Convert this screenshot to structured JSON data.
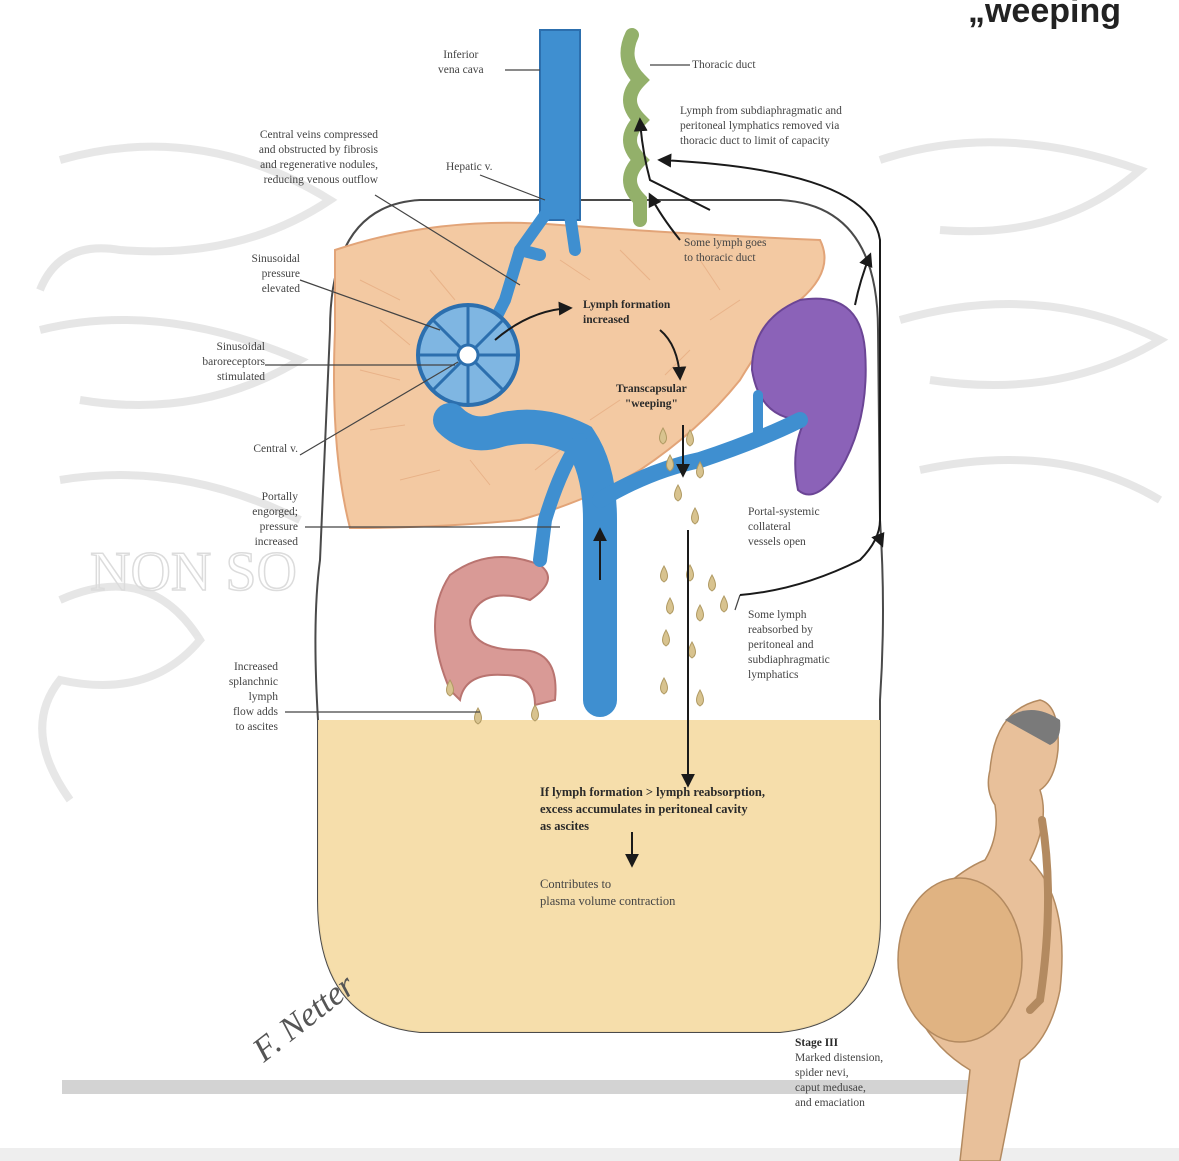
{
  "header": {
    "text": "„weeping"
  },
  "labels": {
    "inferior_vena_cava": "Inferior\nvena cava",
    "thoracic_duct": "Thoracic duct",
    "lymph_removed": "Lymph from subdiaphragmatic and\nperitoneal lymphatics removed via\nthoracic duct to limit of capacity",
    "central_veins": "Central veins compressed\nand obstructed by fibrosis\nand regenerative nodules,\nreducing venous outflow",
    "hepatic_v": "Hepatic v.",
    "some_lymph_thoracic": "Some lymph goes\nto thoracic duct",
    "sinusoidal_pressure": "Sinusoidal\npressure\nelevated",
    "lymph_formation": "Lymph formation\nincreased",
    "sinusoidal_baro": "Sinusoidal\nbaroreceptors\nstimulated",
    "transcapsular": "Transcapsular\n\"weeping\"",
    "central_v": "Central v.",
    "portally_engorged": "Portally\nengorged;\npressure\nincreased",
    "portal_systemic": "Portal-systemic\ncollateral\nvessels open",
    "some_lymph_reabsorbed": "Some lymph\nreabsorbed by\nperitoneal and\nsubdiaphragmatic\nlymphatics",
    "splanchnic": "Increased\nsplanchnic\nlymph\nflow adds\nto ascites",
    "if_lymph": "If lymph formation > lymph reabsorption,\nexcess accumulates in peritoneal cavity\nas ascites",
    "contributes": "Contributes to\nplasma volume contraction",
    "stage_title": "Stage III",
    "stage_desc": "Marked distension,\nspider nevi,\ncaput medusae,\nand emaciation"
  },
  "colors": {
    "vein": "#3f8fd0",
    "vein_dark": "#2c6fae",
    "liver": "#f3c9a2",
    "liver_line": "#e2a478",
    "spleen": "#8b62b8",
    "thoracic_duct": "#93b06a",
    "ascites": "#f5dca6",
    "intestine": "#d99a96",
    "droplet": "#d8c38f",
    "skin": "#e8c09a",
    "arrow": "#1a1a1a"
  }
}
